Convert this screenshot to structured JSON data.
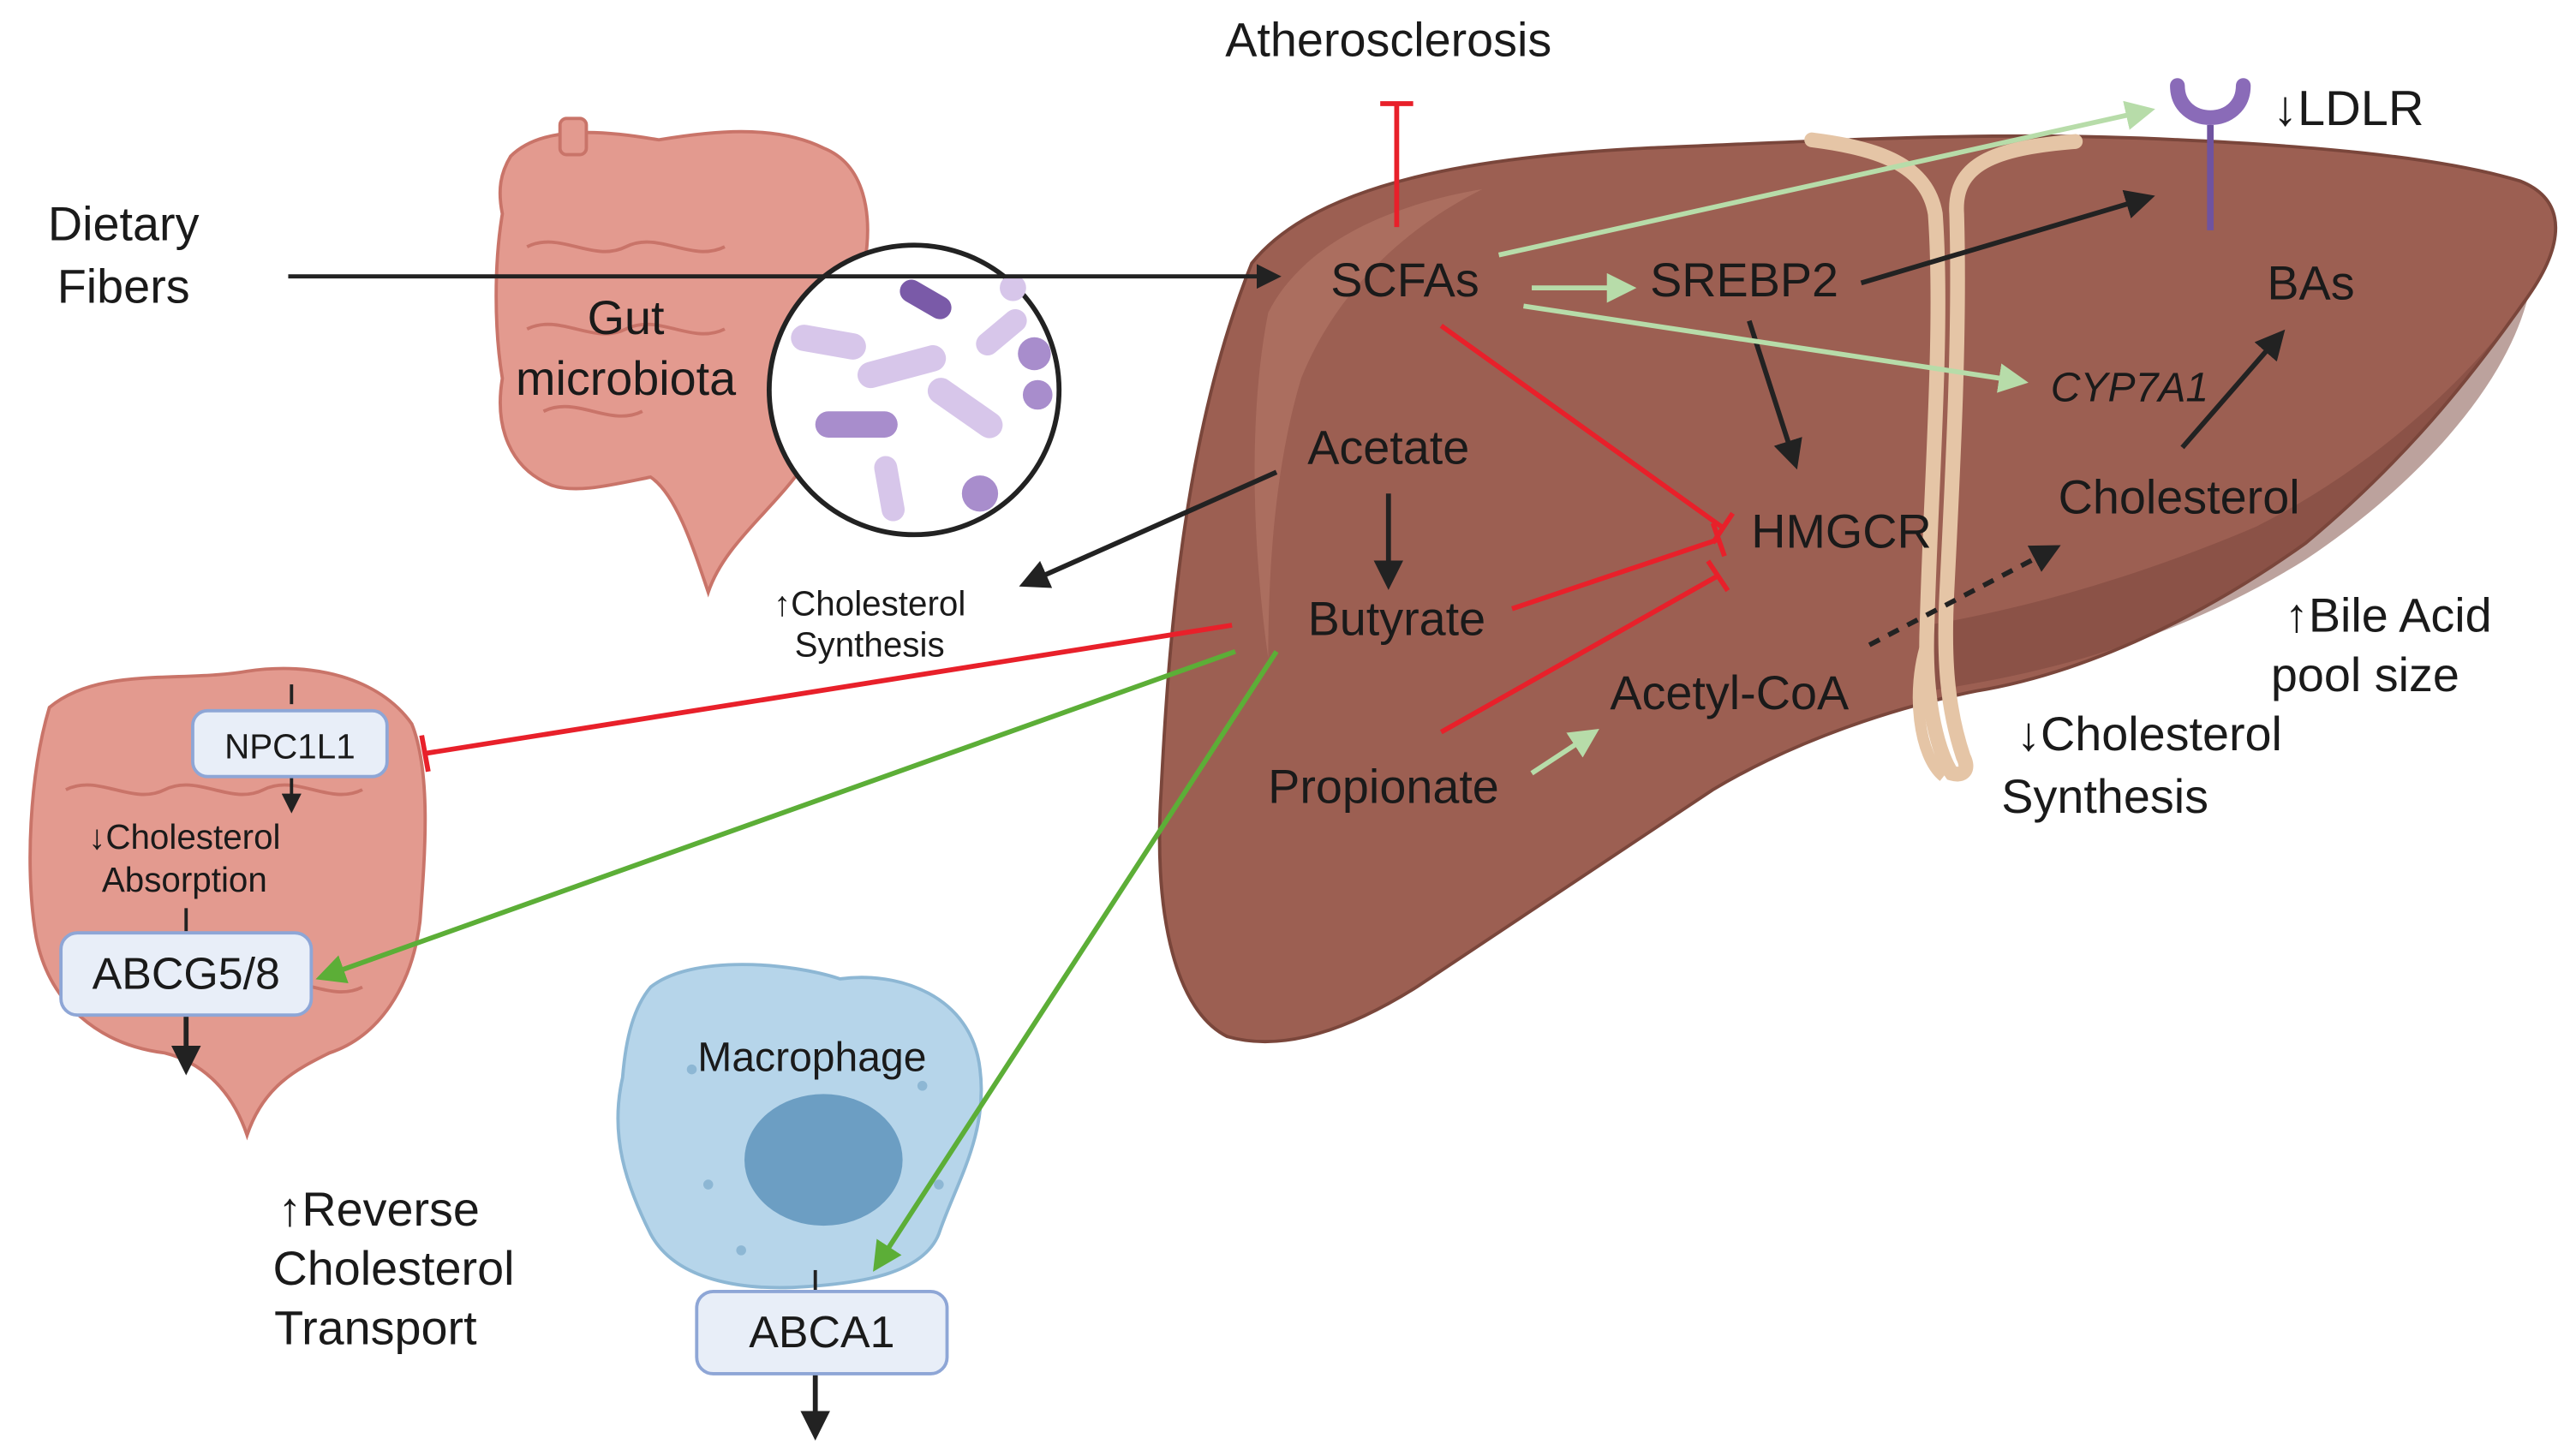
{
  "labels": {
    "atherosclerosis": "Atherosclerosis",
    "ldlr": "↓LDLR",
    "dietary_fibers_1": "Dietary",
    "dietary_fibers_2": "Fibers",
    "gut_1": "Gut",
    "gut_2": "microbiota",
    "scfas": "SCFAs",
    "srebp2": "SREBP2",
    "bas": "BAs",
    "cyp7a1": "CYP7A1",
    "acetate": "Acetate",
    "hmgcr": "HMGCR",
    "cholesterol": "Cholesterol",
    "inc_chol_syn_1": "↑Cholesterol",
    "inc_chol_syn_2": "Synthesis",
    "butyrate": "Butyrate",
    "bile_acid_1": "↑Bile Acid",
    "bile_acid_2": "pool size",
    "acetyl_coa": "Acetyl-CoA",
    "dec_chol_syn_1": "↓Cholesterol",
    "dec_chol_syn_2": "Synthesis",
    "propionate": "Propionate",
    "npc1l1": "NPC1L1",
    "dec_chol_abs_1": "↓Cholesterol",
    "dec_chol_abs_2": "Absorption",
    "abcg58": "ABCG5/8",
    "macrophage": "Macrophage",
    "rct_1": "↑Reverse",
    "rct_2": "Cholesterol",
    "rct_3": "Transport",
    "abca1": "ABCA1"
  },
  "colors": {
    "liver": "#9c5f52",
    "liver_dark": "#7a463b",
    "liver_light": "#b27565",
    "ligament": "#e5c5a6",
    "intestine": "#e39a8f",
    "intestine_dark": "#c97469",
    "macrophage": "#b6d5ea",
    "nucleus": "#6c9ec3",
    "inhibit_red": "#e8202a",
    "activate_light_green": "#b7dca9",
    "activate_green": "#5cae37",
    "black_arrow": "#222222",
    "receptor": "#8a6bb8",
    "box_fill": "#e8eef8",
    "box_stroke": "#8ea6d6"
  }
}
